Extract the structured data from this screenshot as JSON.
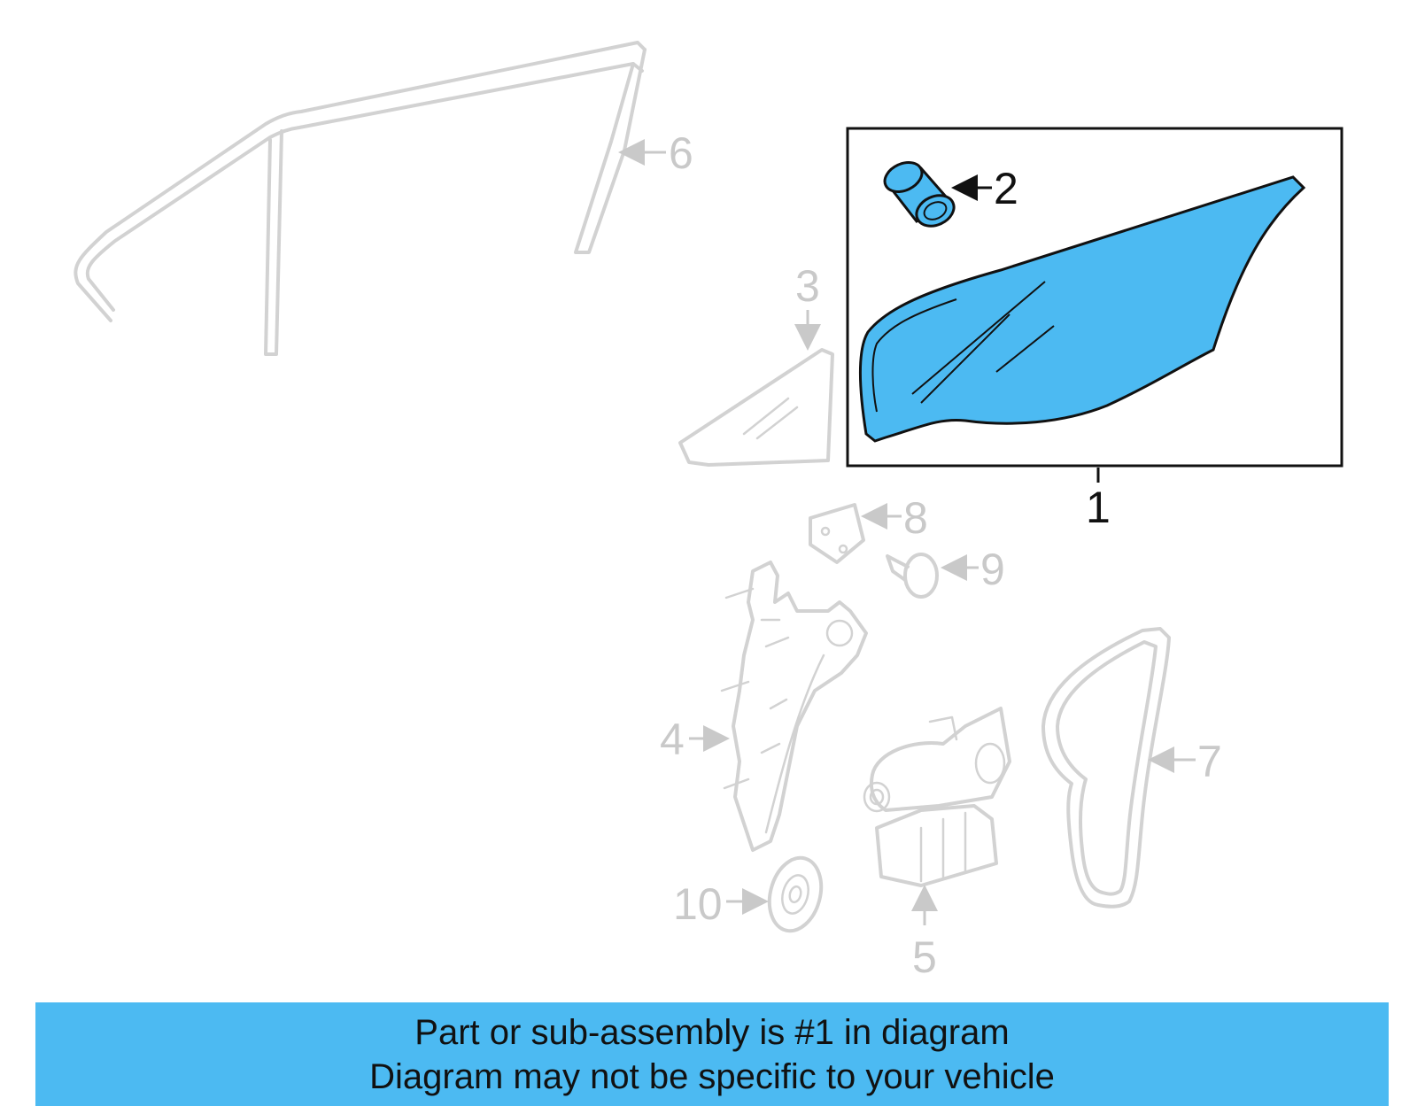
{
  "diagram": {
    "callouts": [
      "1",
      "2",
      "3",
      "4",
      "5",
      "6",
      "7",
      "8",
      "9",
      "10"
    ],
    "highlight_color": "#4cbaf2",
    "highlighted_part": "1"
  },
  "banner": {
    "line1": "Part or sub-assembly is #1 in diagram",
    "line2": "Diagram may not be specific to your vehicle",
    "background": "#4cbaf2"
  }
}
